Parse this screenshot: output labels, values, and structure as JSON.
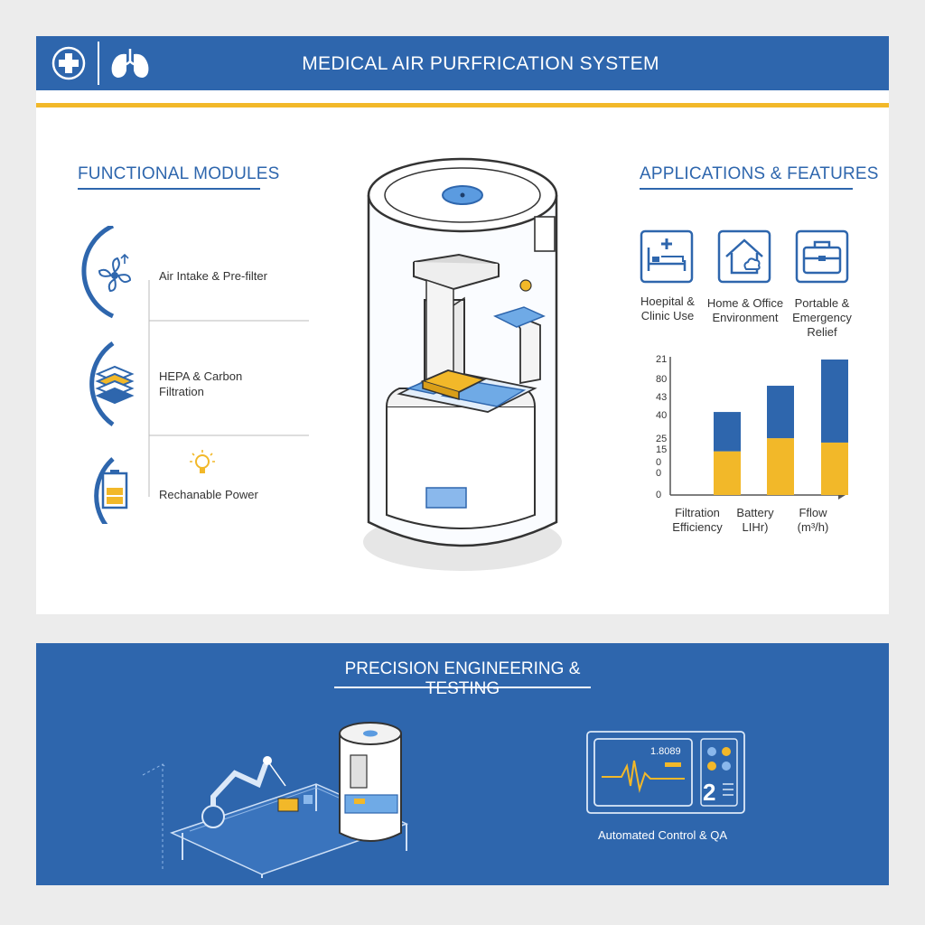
{
  "header": {
    "title": "MEDICAL AIR PURFRICATION SYSTEM",
    "icons": [
      "medical-cross-icon",
      "lungs-icon"
    ],
    "colors": {
      "brand_blue": "#2e66ad",
      "accent_yellow": "#f2b829"
    }
  },
  "left": {
    "title": "FUNCTIONAL MODULES",
    "modules": [
      {
        "label": "Air Intake & Pre-filter",
        "icon": "fan-icon"
      },
      {
        "label": "HEPA & Carbon\nFiltration",
        "icon": "filter-layers-icon"
      },
      {
        "label": "Rechanable Power",
        "icon": "battery-icon"
      }
    ]
  },
  "right": {
    "title": "APPLICATIONS & FEATURES",
    "apps": [
      {
        "label": "Hoepital &\nClinic Use",
        "icon": "hospital-bed-icon"
      },
      {
        "label": "Home & Office\nEnvironment",
        "icon": "home-cloud-icon"
      },
      {
        "label": "Portable &\nEmergency\nRelief",
        "icon": "briefcase-icon"
      }
    ]
  },
  "chart_data": {
    "type": "bar",
    "stacked": true,
    "categories": [
      "Filtration\nEfficiency",
      "Battery\nLIHr)",
      "Fflow\n(m³/h)"
    ],
    "series": [
      {
        "values": [
          10,
          13,
          12
        ],
        "color": "#f2b829"
      },
      {
        "values": [
          9,
          12,
          19
        ],
        "color": "#2e66ad"
      }
    ],
    "tick_labels": [
      "21",
      "80",
      "43",
      "40",
      "25",
      "15",
      "0",
      "0",
      "0"
    ],
    "ylim": [
      0,
      31
    ]
  },
  "bottom": {
    "title": "PRECISION ENGINEERING & TESTING",
    "caption": "Automated Control & QA",
    "display_readout": "1.8089",
    "display_number": "2"
  }
}
